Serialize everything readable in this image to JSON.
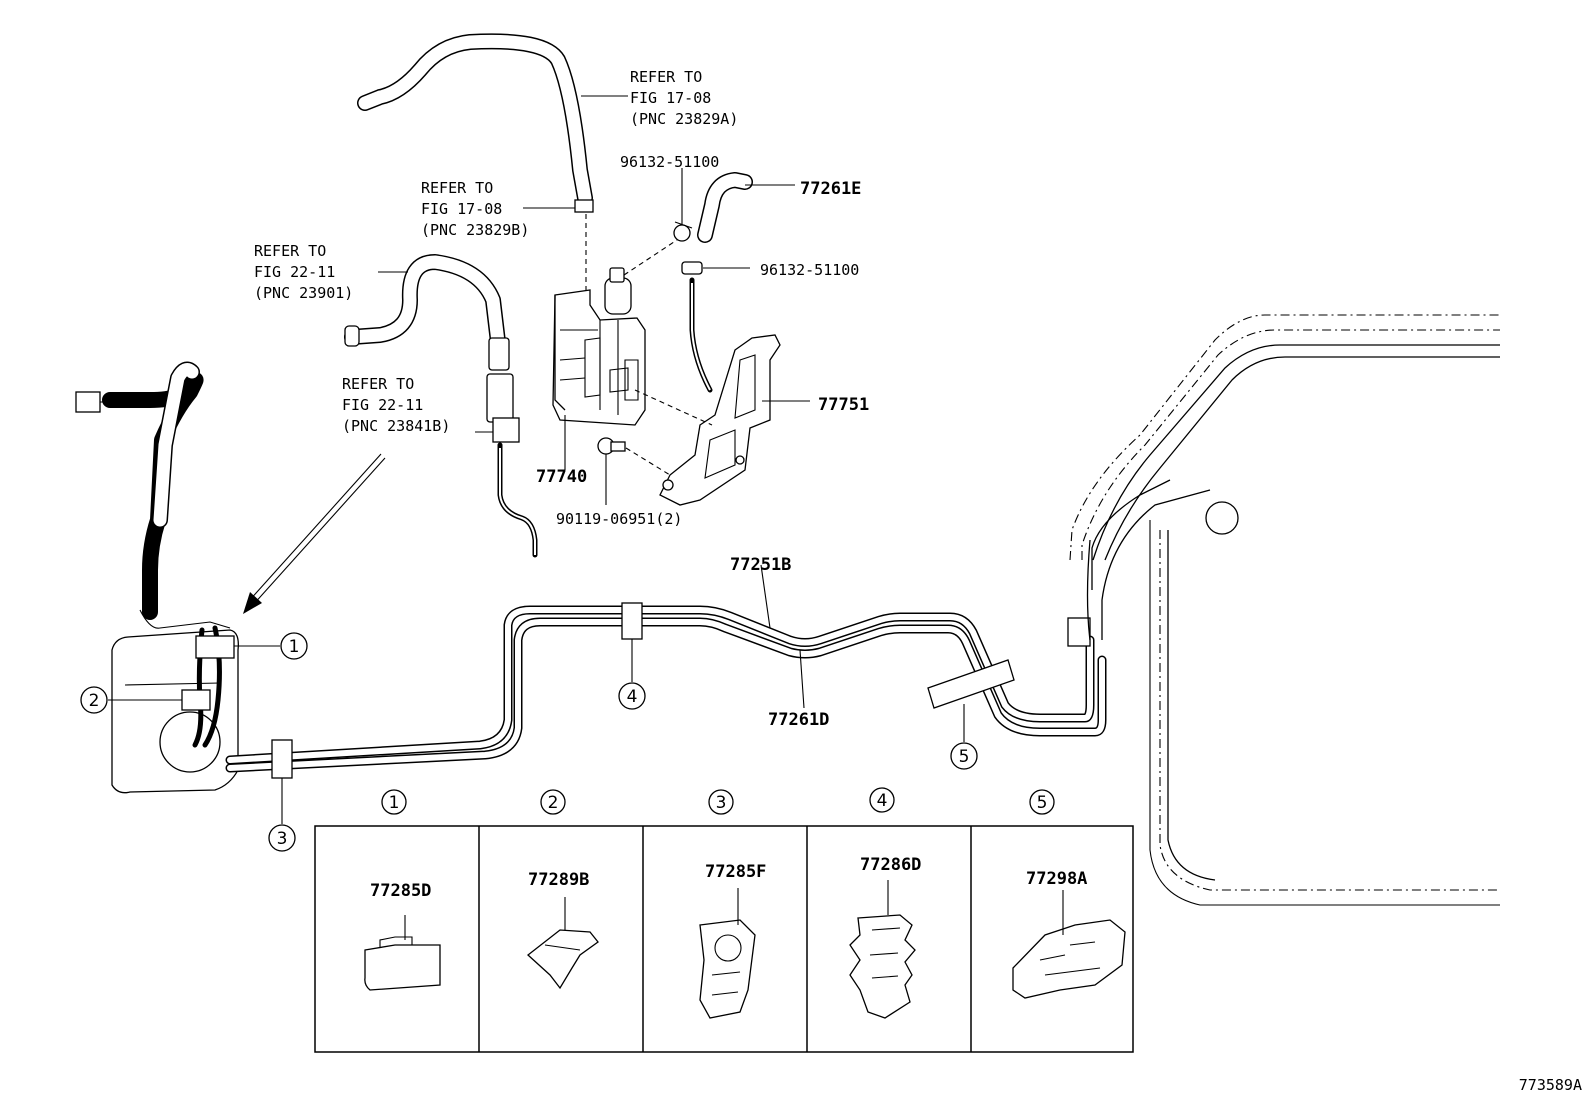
{
  "refs": [
    {
      "line1": "REFER TO",
      "line2": "FIG 17-08",
      "line3": "(PNC 23829A)"
    },
    {
      "line1": "REFER TO",
      "line2": "FIG 17-08",
      "line3": "(PNC 23829B)"
    },
    {
      "line1": "REFER TO",
      "line2": "FIG 22-11",
      "line3": "(PNC 23901)"
    },
    {
      "line1": "REFER TO",
      "line2": "FIG 22-11",
      "line3": "(PNC 23841B)"
    }
  ],
  "parts": {
    "p77261E": "77261E",
    "p96132_top": "96132-51100",
    "p96132_right": "96132-51100",
    "p77751": "77751",
    "p77740": "77740",
    "p90119": "90119-06951(2)",
    "p77251B": "77251B",
    "p77261D": "77261D"
  },
  "callouts": [
    "①",
    "②",
    "③",
    "④",
    "⑤"
  ],
  "clip_table": [
    {
      "marker": "①",
      "part": "77285D"
    },
    {
      "marker": "②",
      "part": "77289B"
    },
    {
      "marker": "③",
      "part": "77285F"
    },
    {
      "marker": "④",
      "part": "77286D"
    },
    {
      "marker": "⑤",
      "part": "77298A"
    }
  ],
  "diagram_id": "773589A"
}
